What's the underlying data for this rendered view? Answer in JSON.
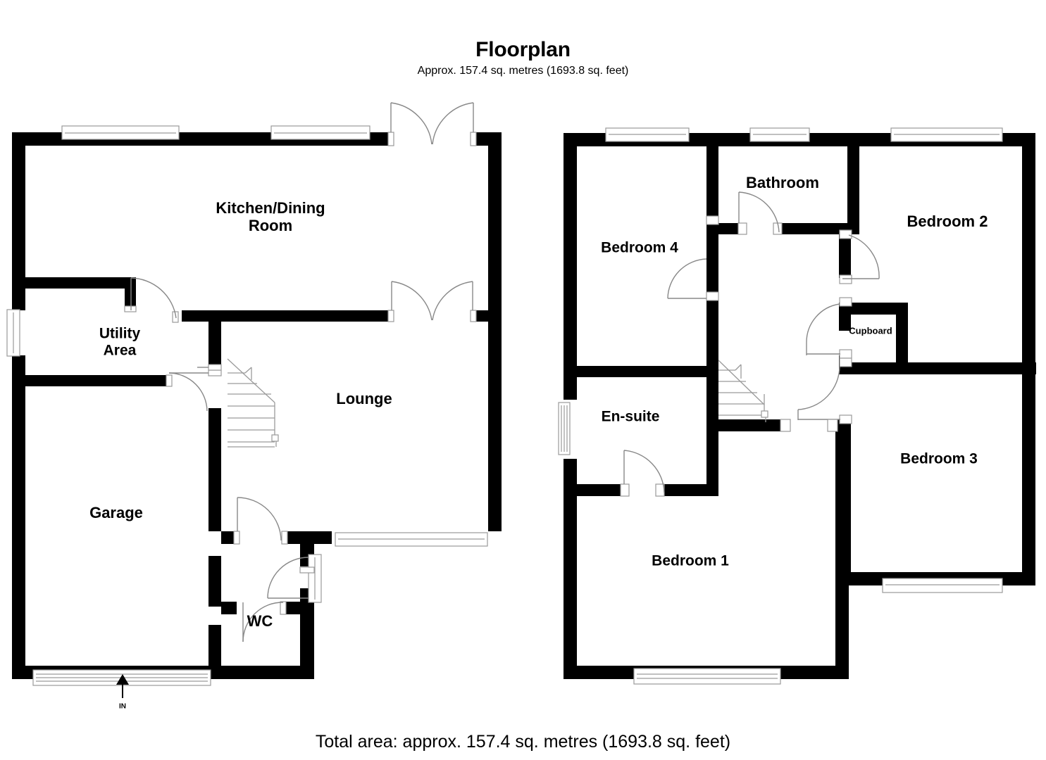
{
  "header": {
    "title": "Floorplan",
    "subtitle": "Approx. 157.4 sq. metres (1693.8 sq. feet)"
  },
  "footer": {
    "total_area": "Total area: approx. 157.4 sq. metres (1693.8 sq. feet)"
  },
  "ground_floor": {
    "rooms": [
      {
        "id": "kitchen-dining",
        "label_line1": "Kitchen/Dining",
        "label_line2": "Room"
      },
      {
        "id": "utility-area",
        "label_line1": "Utility",
        "label_line2": "Area"
      },
      {
        "id": "lounge",
        "label_line1": "Lounge"
      },
      {
        "id": "garage",
        "label_line1": "Garage"
      },
      {
        "id": "wc",
        "label_line1": "WC"
      }
    ],
    "entrance_marker": "IN"
  },
  "first_floor": {
    "rooms": [
      {
        "id": "bedroom-4",
        "label_line1": "Bedroom 4"
      },
      {
        "id": "bathroom",
        "label_line1": "Bathroom"
      },
      {
        "id": "bedroom-2",
        "label_line1": "Bedroom 2"
      },
      {
        "id": "cupboard",
        "label_line1": "Cupboard"
      },
      {
        "id": "en-suite",
        "label_line1": "En-suite"
      },
      {
        "id": "bedroom-1",
        "label_line1": "Bedroom 1"
      },
      {
        "id": "bedroom-3",
        "label_line1": "Bedroom 3"
      }
    ]
  },
  "colors": {
    "wall": "#000000",
    "background": "#ffffff",
    "door_arc": "#888888",
    "window": "#9a9a9a"
  }
}
